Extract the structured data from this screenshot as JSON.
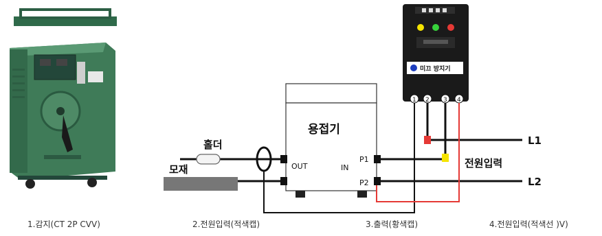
{
  "diagram": {
    "welder_title": "용접기",
    "holder_label": "홀더",
    "base_label": "모재",
    "out_label": "OUT",
    "in_label": "IN",
    "p1_label": "P1",
    "p2_label": "P2",
    "l1_label": "L1",
    "l2_label": "L2",
    "power_input_label": "전원입력",
    "device_name": "미끄 방지기",
    "terminal_1": "1",
    "terminal_2": "2",
    "terminal_3": "3",
    "terminal_4": "4"
  },
  "captions": [
    "1.감지(CT 2P CVV)",
    "2.전원입력(적색캡)",
    "3.출력(황색캡)",
    "4.전원입력(적색선 )V)"
  ],
  "colors": {
    "wire_black": "#111111",
    "wire_red": "#e53935",
    "cap_yellow": "#f5e400",
    "cap_red": "#e53935",
    "welder_green": "#3f7b58",
    "device_body": "#1a1a1a"
  }
}
